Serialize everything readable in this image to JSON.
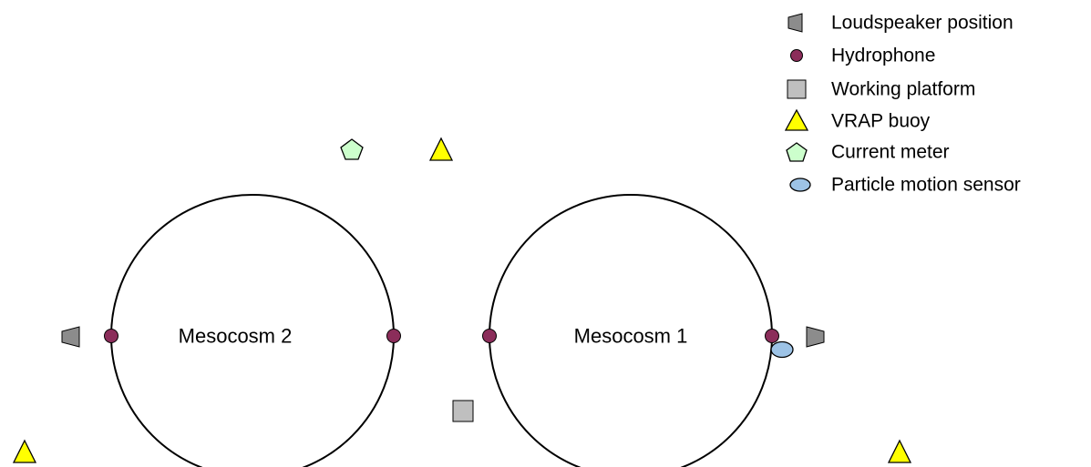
{
  "legend": {
    "items": [
      {
        "label": "Loudspeaker position",
        "icon": "loudspeaker-icon"
      },
      {
        "label": "Hydrophone",
        "icon": "hydrophone-icon"
      },
      {
        "label": "Working platform",
        "icon": "working-platform-icon"
      },
      {
        "label": "VRAP buoy",
        "icon": "vrap-buoy-icon"
      },
      {
        "label": "Current meter",
        "icon": "current-meter-icon"
      },
      {
        "label": "Particle motion sensor",
        "icon": "particle-motion-sensor-icon"
      }
    ]
  },
  "mesocosms": [
    {
      "label": "Mesocosm 2"
    },
    {
      "label": "Mesocosm 1"
    }
  ],
  "colors": {
    "outline": "#000000",
    "hydrophone": "#8B2D5A",
    "loudspeaker": "#8C8C8C",
    "platform": "#BFBFBF",
    "buoy": "#FFFF00",
    "current_meter": "#CCFFCC",
    "particle_sensor": "#9DC3E6"
  }
}
